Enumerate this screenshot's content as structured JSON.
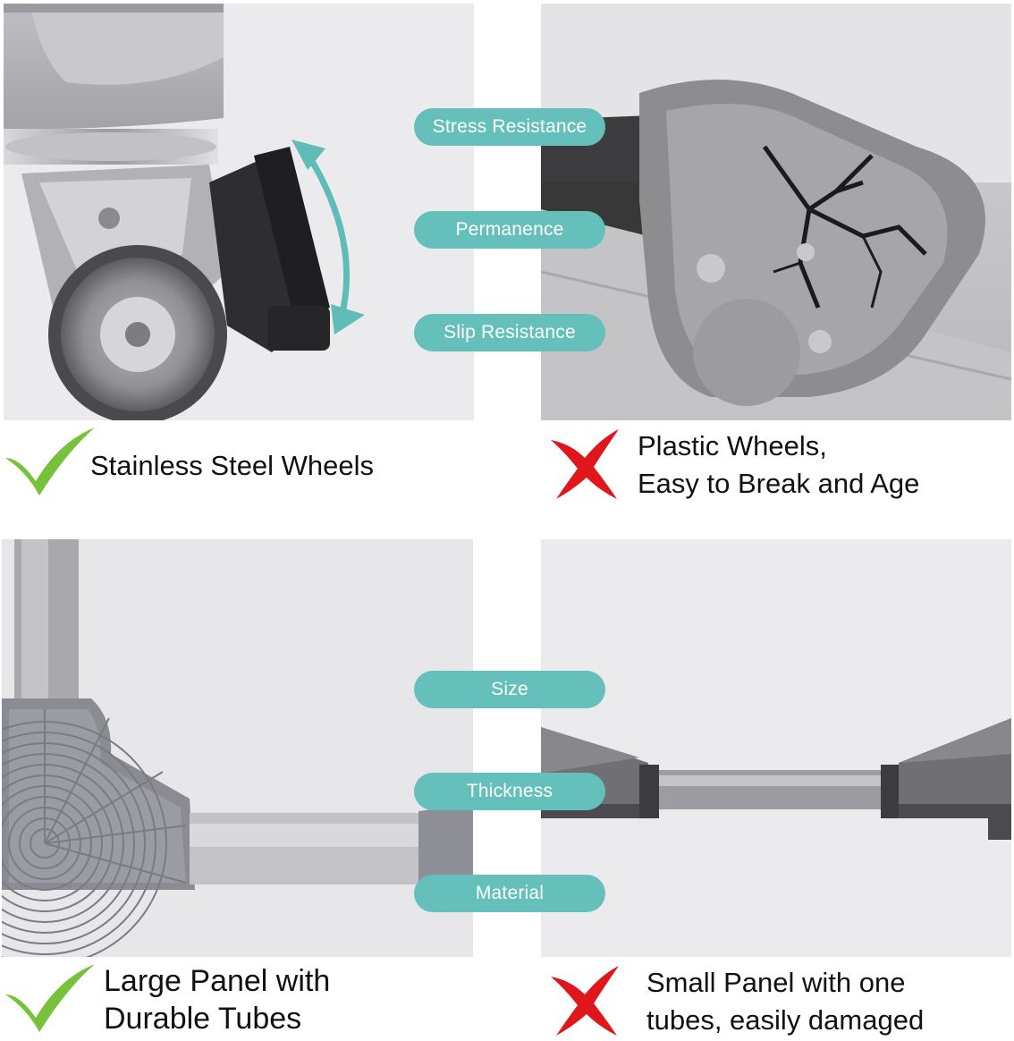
{
  "features_top": [
    "Stress Resistance",
    "Permanence",
    "Slip Resistance"
  ],
  "features_bottom": [
    "Size",
    "Thickness",
    "Material"
  ],
  "captions": {
    "top_left": [
      "Stainless Steel Wheels"
    ],
    "top_right": [
      "Plastic Wheels,",
      "Easy to Break and Age"
    ],
    "bottom_left": [
      "Large Panel with",
      "Durable Tubes"
    ],
    "bottom_right": [
      "Small Panel with one",
      "tubes, easily damaged"
    ]
  },
  "icons": {
    "good": "check-mark-icon",
    "bad": "cross-mark-icon"
  },
  "colors": {
    "pill": "#65c0bc",
    "check": "#76c23a",
    "cross": "#e0161d",
    "arrow": "#5fbcb7"
  }
}
